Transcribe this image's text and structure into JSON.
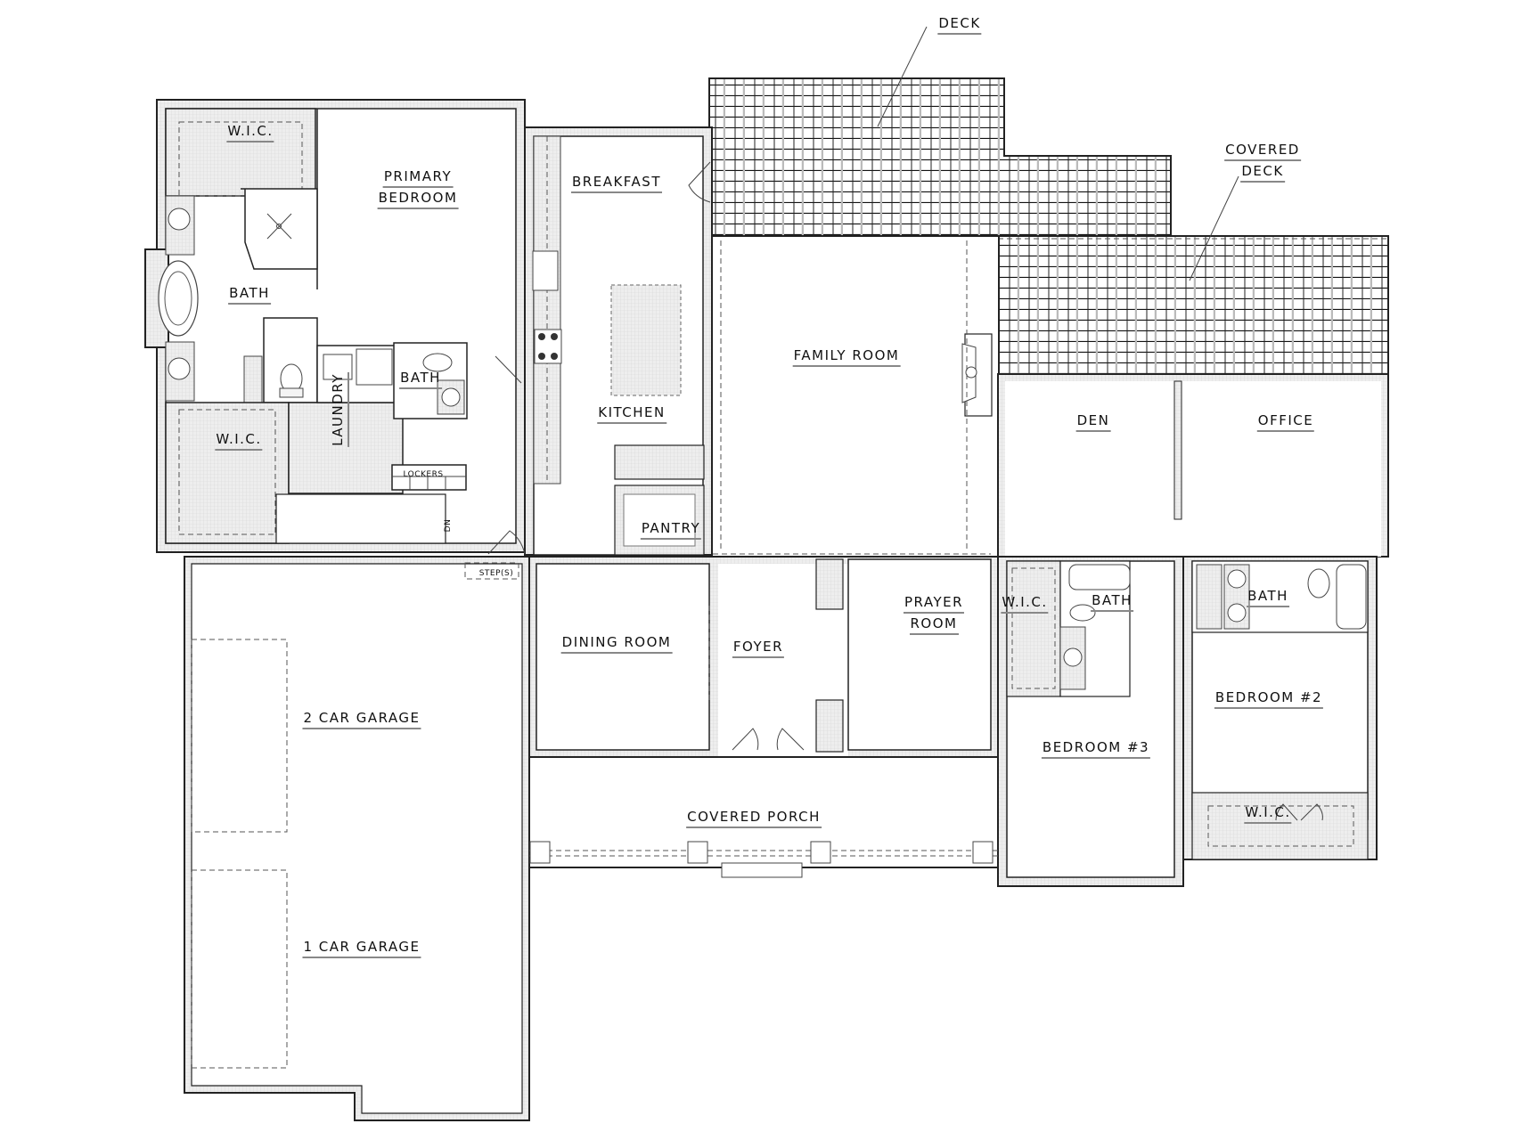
{
  "plan": {
    "type": "floor plan",
    "rooms": {
      "primary_bedroom": [
        "PRIMARY",
        "BEDROOM"
      ],
      "primary_wic_top": "W.I.C.",
      "primary_bath": "BATH",
      "primary_wic_bottom": "W.I.C.",
      "laundry": "LAUNDRY",
      "half_bath": "BATH",
      "lockers": "LOCKERS",
      "stairs_dn": "DN",
      "steps": "STEP(S)",
      "breakfast": "BREAKFAST",
      "kitchen": "KITCHEN",
      "pantry": "PANTRY",
      "family_room": "FAMILY ROOM",
      "deck": "DECK",
      "covered_deck": [
        "COVERED",
        "DECK"
      ],
      "den": "DEN",
      "office": "OFFICE",
      "dining_room": "DINING ROOM",
      "foyer": "FOYER",
      "prayer_room": [
        "PRAYER",
        "ROOM"
      ],
      "bed3_wic": "W.I.C.",
      "bed3_bath": "BATH",
      "bed2_bath": "BATH",
      "bedroom_3": "BEDROOM #3",
      "bedroom_2": "BEDROOM #2",
      "bed2_wic": "W.I.C.",
      "covered_porch": "COVERED PORCH",
      "garage_2car": "2 CAR GARAGE",
      "garage_1car": "1 CAR GARAGE"
    }
  }
}
